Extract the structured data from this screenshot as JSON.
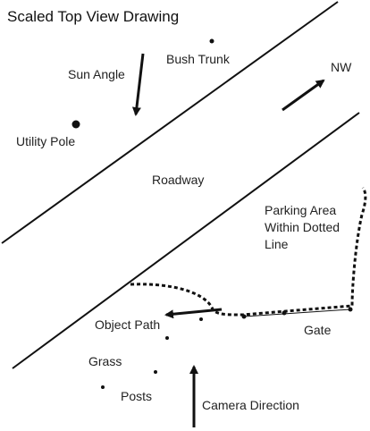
{
  "title": "Scaled Top View Drawing",
  "labels": {
    "sun_angle": "Sun Angle",
    "bush_trunk": "Bush Trunk",
    "nw": "NW",
    "utility_pole": "Utility Pole",
    "roadway": "Roadway",
    "parking_area": [
      "Parking Area",
      "Within Dotted",
      "Line"
    ],
    "object_path": "Object Path",
    "gate": "Gate",
    "grass": "Grass",
    "posts": "Posts",
    "camera_direction": "Camera Direction"
  },
  "colors": {
    "ink": "#111111",
    "background": "#ffffff"
  }
}
